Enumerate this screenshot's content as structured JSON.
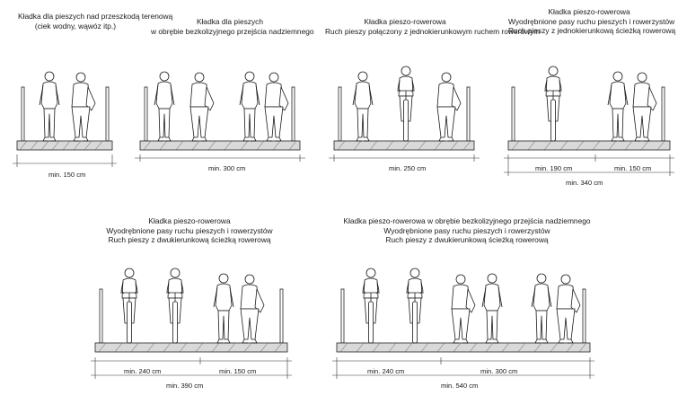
{
  "panels": [
    {
      "title": [
        "Kładka dla pieszych nad przeszkodą terenową",
        "(ciek wodny, wąwóz itp.)"
      ],
      "dims": [
        "min. 150 cm"
      ]
    },
    {
      "title": [
        "Kładka dla pieszych",
        "w obrębie bezkolizyjnego przejścia nadziemnego"
      ],
      "dims": [
        "min. 300 cm"
      ]
    },
    {
      "title": [
        "Kładka pieszo-rowerowa",
        "Ruch pieszy połączony z jednokierunkowym ruchem rowerowym"
      ],
      "dims": [
        "min. 250 cm"
      ]
    },
    {
      "title": [
        "Kładka pieszo-rowerowa",
        "Wyodrębnione pasy ruchu pieszych i rowerzystów",
        "Ruch pieszy z jednokierunkową ścieżką rowerową"
      ],
      "dims": [
        "min. 190 cm",
        "min. 150 cm",
        "min. 340 cm"
      ]
    },
    {
      "title": [
        "Kładka pieszo-rowerowa",
        "Wyodrębnione pasy ruchu pieszych i rowerzystów",
        "Ruch pieszy z dwukierunkową ścieżką rowerową"
      ],
      "dims": [
        "min. 240 cm",
        "min. 150 cm",
        "min. 390 cm"
      ]
    },
    {
      "title": [
        "Kładka pieszo-rowerowa w obrębie bezkolizyjnego przejścia nadziemnego",
        "Wyodrębnione pasy ruchu pieszych i rowerzystów",
        "Ruch pieszy z dwukierunkową ścieżką rowerową"
      ],
      "dims": [
        "min. 240 cm",
        "min. 300 cm",
        "min. 540 cm"
      ]
    }
  ]
}
